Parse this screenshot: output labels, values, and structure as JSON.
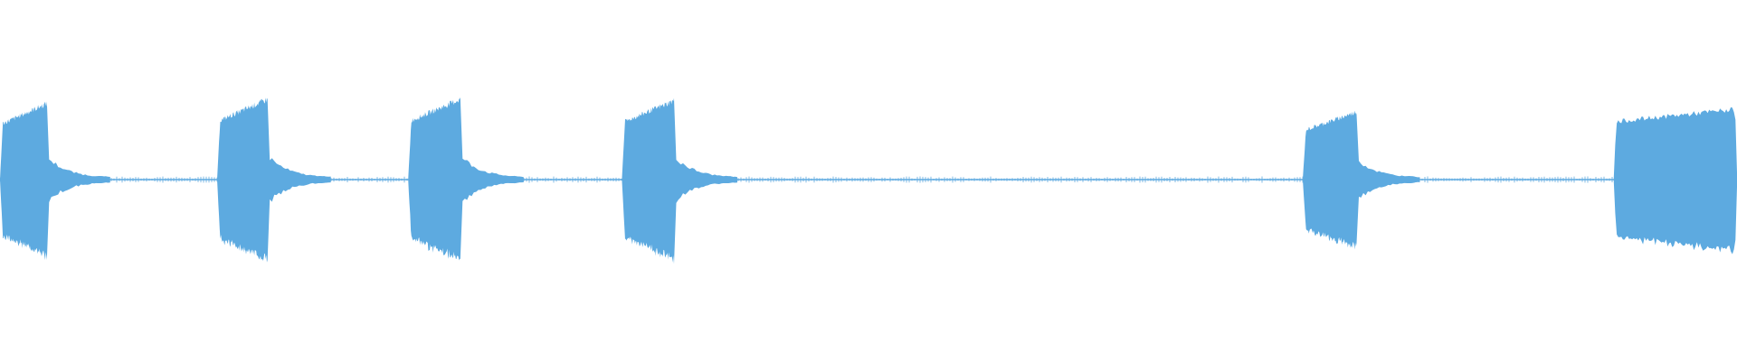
{
  "waveform": {
    "color": "#5DAAE0",
    "background": "#FFFFFF",
    "segments": [
      {
        "start": 0.0,
        "end": 0.027,
        "amplitude": 0.54,
        "shape": "tone-decay"
      },
      {
        "start": 0.125,
        "end": 0.154,
        "amplitude": 0.57,
        "shape": "tone-decay"
      },
      {
        "start": 0.235,
        "end": 0.265,
        "amplitude": 0.57,
        "shape": "tone-decay"
      },
      {
        "start": 0.358,
        "end": 0.388,
        "amplitude": 0.56,
        "shape": "tone-decay"
      },
      {
        "start": 0.75,
        "end": 0.781,
        "amplitude": 0.48,
        "shape": "tone-decay"
      },
      {
        "start": 0.929,
        "end": 1.0,
        "amplitude": 0.5,
        "shape": "sustained"
      }
    ]
  }
}
